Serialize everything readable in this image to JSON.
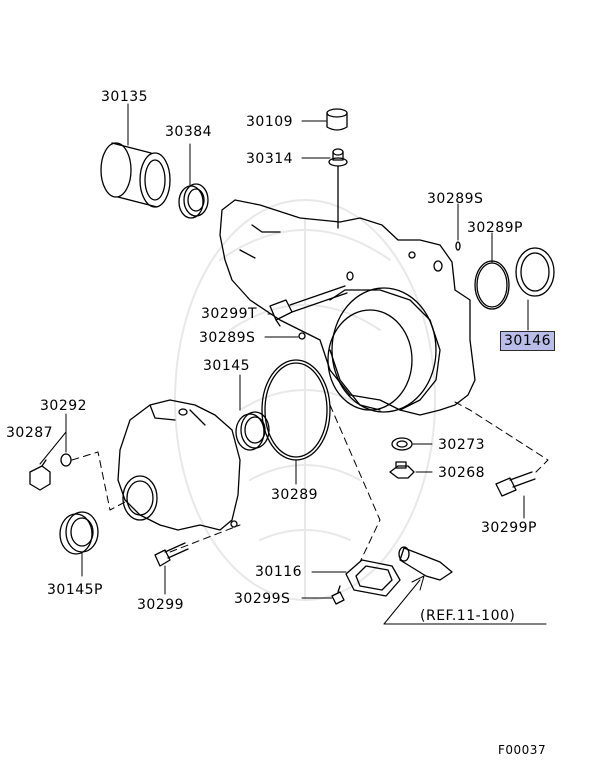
{
  "diagram": {
    "labels": {
      "p30135": "30135",
      "p30384": "30384",
      "p30109": "30109",
      "p30314": "30314",
      "p30289S_top": "30289S",
      "p30289P": "30289P",
      "p30146": "30146",
      "p30299T": "30299T",
      "p30289S_mid": "30289S",
      "p30145": "30145",
      "p30292": "30292",
      "p30287": "30287",
      "p30273": "30273",
      "p30268": "30268",
      "p30289": "30289",
      "p30299P": "30299P",
      "p30145P": "30145P",
      "p30116": "30116",
      "p30299": "30299",
      "p30299S_bot": "30299S",
      "ref": "(REF.11-100)",
      "code": "F00037"
    },
    "highlight_color": "#b9bde8"
  }
}
